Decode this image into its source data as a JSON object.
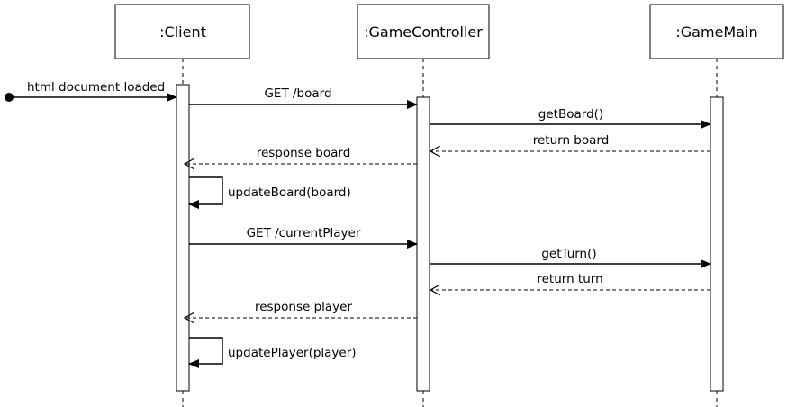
{
  "lifelines": [
    {
      "id": "client",
      "label": ":Client"
    },
    {
      "id": "controller",
      "label": ":GameController"
    },
    {
      "id": "main",
      "label": ":GameMain"
    }
  ],
  "messages": [
    {
      "id": "html-loaded",
      "label": "html document loaded",
      "kind": "found",
      "line": "solid"
    },
    {
      "id": "get-board",
      "label": "GET /board",
      "kind": "call",
      "line": "solid"
    },
    {
      "id": "get-board-call",
      "label": "getBoard()",
      "kind": "call",
      "line": "solid"
    },
    {
      "id": "return-board",
      "label": "return board",
      "kind": "return",
      "line": "dashed"
    },
    {
      "id": "response-board",
      "label": "response board",
      "kind": "return",
      "line": "dashed"
    },
    {
      "id": "update-board",
      "label": "updateBoard(board)",
      "kind": "self",
      "line": "solid"
    },
    {
      "id": "get-current-player",
      "label": "GET /currentPlayer",
      "kind": "call",
      "line": "solid"
    },
    {
      "id": "get-turn",
      "label": "getTurn()",
      "kind": "call",
      "line": "solid"
    },
    {
      "id": "return-turn",
      "label": "return turn",
      "kind": "return",
      "line": "dashed"
    },
    {
      "id": "response-player",
      "label": "response player",
      "kind": "return",
      "line": "dashed"
    },
    {
      "id": "update-player",
      "label": "updatePlayer(player)",
      "kind": "self",
      "line": "solid"
    }
  ]
}
